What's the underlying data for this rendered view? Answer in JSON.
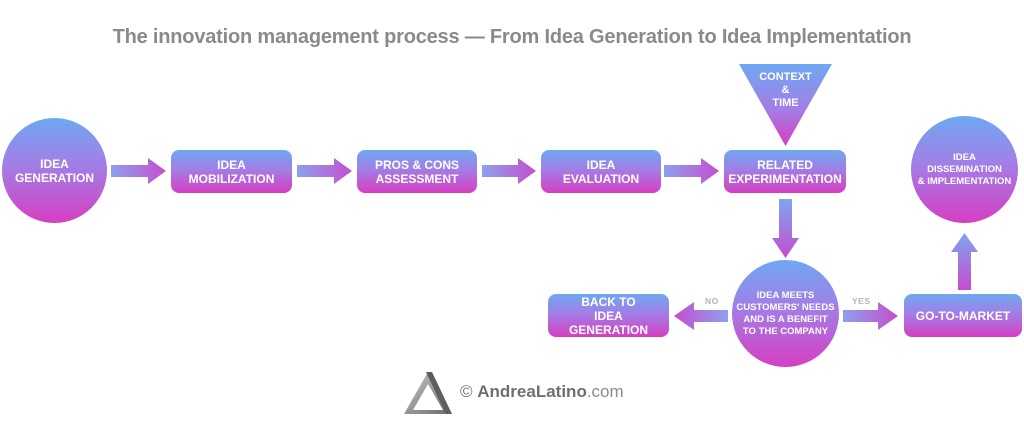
{
  "title": "The innovation management process — From Idea Generation to Idea Implementation",
  "nodes": {
    "idea_generation": [
      "IDEA",
      "GENERATION"
    ],
    "idea_mobilization": [
      "IDEA",
      "MOBILIZATION"
    ],
    "pros_cons": [
      "PROS & CONS",
      "ASSESSMENT"
    ],
    "idea_evaluation": [
      "IDEA",
      "EVALUATION"
    ],
    "related_experimentation": [
      "RELATED",
      "EXPERIMENTATION"
    ],
    "context_time": [
      "CONTEXT",
      "&",
      "TIME"
    ],
    "decision": [
      "IDEA MEETS",
      "CUSTOMERS' NEEDS",
      "AND IS A BENEFIT",
      "TO THE COMPANY"
    ],
    "back_to_generation": [
      "BACK TO",
      "IDEA GENERATION"
    ],
    "go_to_market": [
      "GO-TO-MARKET"
    ],
    "dissemination": [
      "IDEA DISSEMINATION",
      "& IMPLEMENTATION"
    ]
  },
  "edge_labels": {
    "no": "NO",
    "yes": "YES"
  },
  "footer": {
    "copyright": "©",
    "brand": "AndreaLatino",
    "domain": ".com"
  },
  "colors": {
    "gradient_top": "#6ea8f2",
    "gradient_mid": "#a27ee6",
    "gradient_bottom": "#d63ec2",
    "title": "#8a8a8a"
  },
  "icons": {
    "logo": "triangle-logo-icon"
  }
}
